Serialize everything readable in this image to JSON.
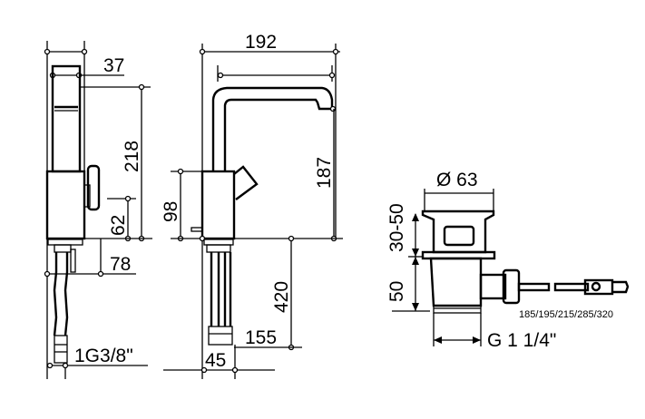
{
  "side_view": {
    "width_top": "37",
    "height": "218",
    "lever_height": "62",
    "depth": "78",
    "connection": "1G3/8\""
  },
  "front_view": {
    "reach": "192",
    "body_height": "98",
    "spout_height": "187",
    "hose_length": "420",
    "hose_offset": "155",
    "base_width": "45"
  },
  "waste_valve": {
    "diameter": "Ø 63",
    "adjust_height": "30-50",
    "body_height": "50",
    "thread": "G 1 1/4\"",
    "rod_lengths": "185/195/215/285/320"
  }
}
